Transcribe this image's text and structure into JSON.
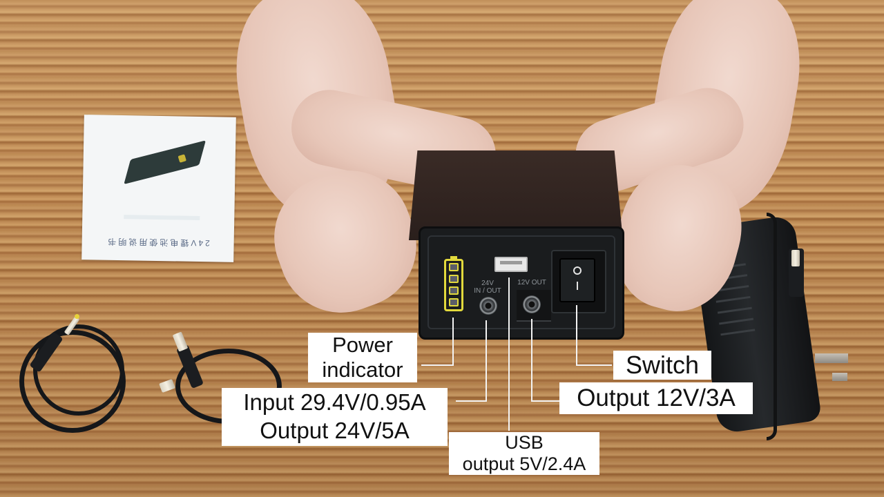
{
  "scene": {
    "description": "Hands presenting a black 24V power bank box on a wooden table with accessories",
    "colors": {
      "wood": "#c08c57",
      "device_body": "#2a1f1c",
      "device_front": "#1a1c1e",
      "battery_indicator": "#e2d93c",
      "label_bg": "#ffffff",
      "label_text": "#111111",
      "leader_line": "#f4f4f4"
    }
  },
  "device": {
    "port_labels": {
      "port_24v_line1": "24V",
      "port_24v_line2": "IN / OUT",
      "port_12v": "12V OUT"
    },
    "switch_symbols": {
      "off": "O",
      "on": "I"
    },
    "battery_segments": 4
  },
  "manual": {
    "text": "24V锂电池使用说明书"
  },
  "annotations": {
    "power_indicator": {
      "line1": "Power",
      "line2": "indicator"
    },
    "input_output_24v": {
      "line1": "Input 29.4V/0.95A",
      "line2": "Output 24V/5A"
    },
    "usb_output": {
      "line1": "USB",
      "line2": "output 5V/2.4A"
    },
    "switch": {
      "label": "Switch"
    },
    "output_12v": {
      "label": "Output 12V/3A"
    }
  }
}
